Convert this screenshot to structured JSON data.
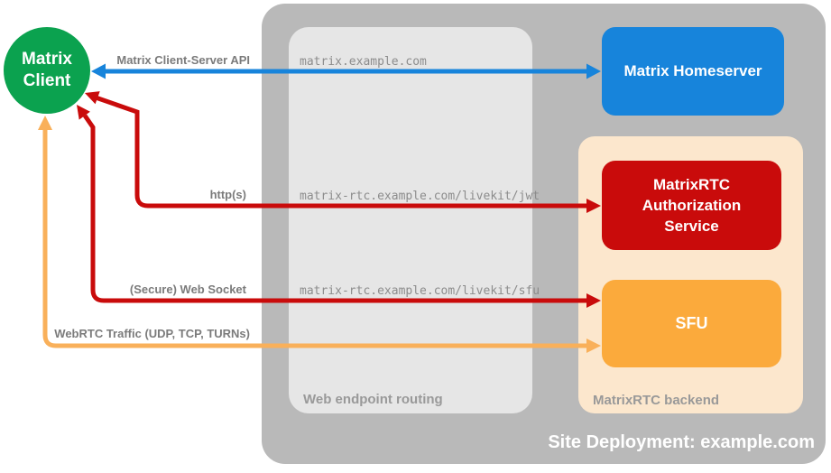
{
  "diagram_title": "Site Deployment: example.com",
  "containers": {
    "site": {
      "label": "Site Deployment: example.com"
    },
    "routing": {
      "label": "Web endpoint routing"
    },
    "backend": {
      "label": "MatrixRTC backend"
    }
  },
  "nodes": {
    "client": {
      "label": "Matrix Client"
    },
    "homeserver": {
      "label": "Matrix Homeserver"
    },
    "auth": {
      "label": "MatrixRTC Authorization Service"
    },
    "sfu": {
      "label": "SFU"
    }
  },
  "endpoints": [
    "matrix.example.com",
    "matrix-rtc.example.com/livekit/jwt",
    "matrix-rtc.example.com/livekit/sfu"
  ],
  "arrows": [
    {
      "label": "Matrix Client-Server API",
      "from": "Matrix Client",
      "to": "Matrix Homeserver",
      "via": "matrix.example.com",
      "bidirectional": true
    },
    {
      "label": "http(s)",
      "from": "Matrix Client",
      "to": "MatrixRTC Authorization Service",
      "via": "matrix-rtc.example.com/livekit/jwt",
      "bidirectional": true
    },
    {
      "label": "(Secure) Web Socket",
      "from": "Matrix Client",
      "to": "SFU",
      "via": "matrix-rtc.example.com/livekit/sfu",
      "bidirectional": true
    },
    {
      "label": "WebRTC Traffic (UDP, TCP, TURNs)",
      "from": "Matrix Client",
      "to": "SFU",
      "bidirectional": true
    }
  ],
  "colors": {
    "client_green": "#0ba24f",
    "homeserver_blue": "#1784db",
    "auth_red": "#c90b0b",
    "sfu_orange": "#fbaa3c",
    "webrtc_arrow_orange": "#f9b05a",
    "backend_peach": "#fce7cd",
    "site_gray": "#b9b9b9",
    "routing_gray": "#e6e6e6",
    "label_gray": "#7b7b7b",
    "endpoint_text_gray": "#8c8c8c"
  }
}
